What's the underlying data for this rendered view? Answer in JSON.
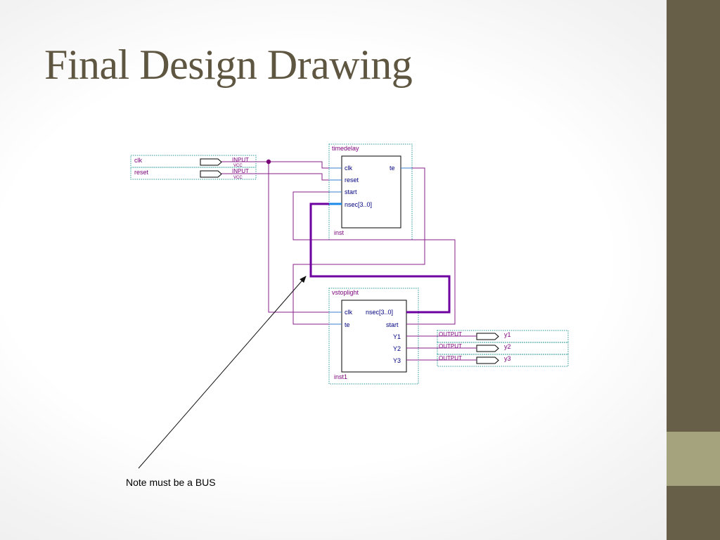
{
  "slide": {
    "title": "Final Design Drawing",
    "colors": {
      "title": "#5e5641",
      "side_bar": "#675f48",
      "side_accent": "#a5a37d",
      "wire": "#8a1f8a",
      "bus": "#6f00a0",
      "frame": "#2a9a9a"
    }
  },
  "schematic": {
    "inputs": [
      {
        "name": "clk",
        "type": "INPUT",
        "default": "VCC"
      },
      {
        "name": "reset",
        "type": "INPUT",
        "default": "VCC"
      }
    ],
    "timedelay": {
      "symbol": "timedelay",
      "instance": "inst",
      "ports_left": [
        "clk",
        "reset",
        "start",
        "nsec[3..0]"
      ],
      "ports_right": [
        "te"
      ]
    },
    "vstoplight": {
      "symbol": "vstoplight",
      "instance": "inst1",
      "ports_left": [
        "clk",
        "te"
      ],
      "ports_right": [
        "nsec[3..0]",
        "start",
        "Y1",
        "Y2",
        "Y3"
      ]
    },
    "outputs": [
      {
        "name": "y1",
        "type": "OUTPUT"
      },
      {
        "name": "y2",
        "type": "OUTPUT"
      },
      {
        "name": "y3",
        "type": "OUTPUT"
      }
    ]
  },
  "annotation": {
    "note": "Note must be a BUS"
  }
}
